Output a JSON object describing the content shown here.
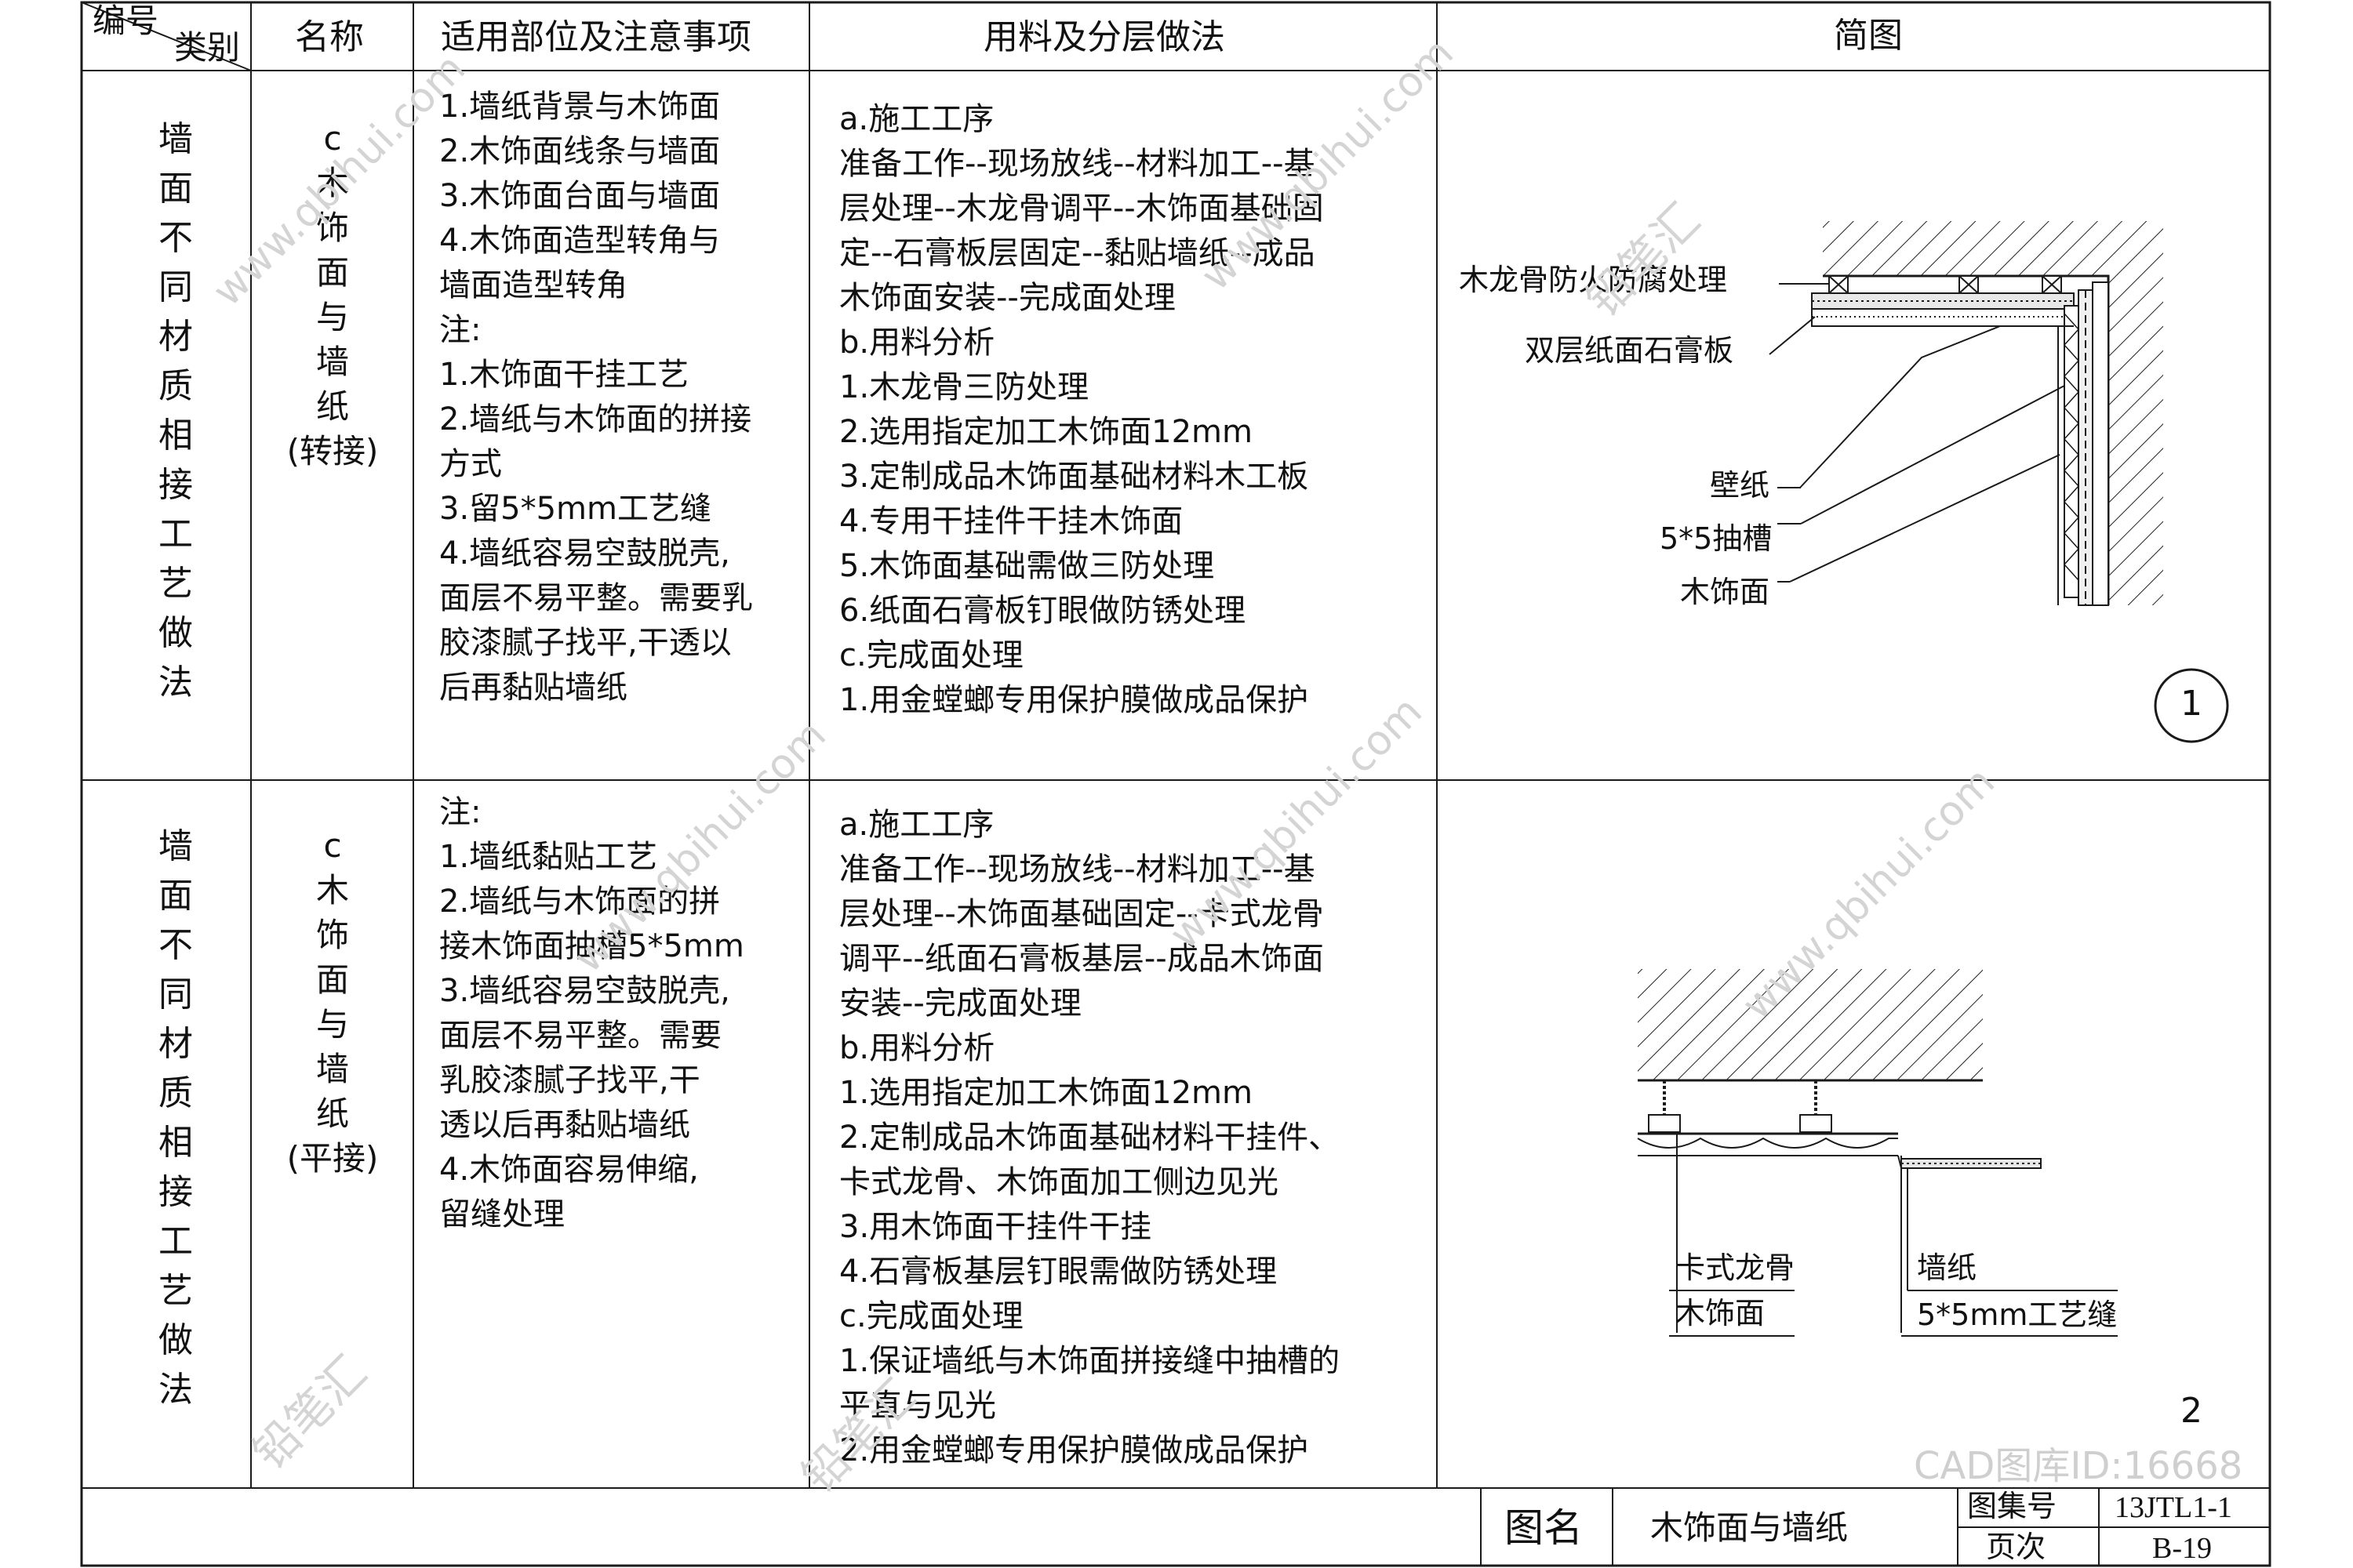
{
  "header": {
    "number_label": "编号",
    "category_label": "类别",
    "name_label": "名称",
    "scope_label": "适用部位及注意事项",
    "method_label": "用料及分层做法",
    "diagram_label": "简图"
  },
  "row1": {
    "category": "墙\n面\n不\n同\n材\n质\n相\n接\n工\n艺\n做\n法",
    "name": "c\n木\n饰\n面\n与\n墙\n纸\n(转接)",
    "scope": "1.墙纸背景与木饰面\n2.木饰面线条与墙面\n3.木饰面台面与墙面\n4.木饰面造型转角与\n墙面造型转角\n注:\n1.木饰面干挂工艺\n2.墙纸与木饰面的拼接\n方式\n3.留5*5mm工艺缝\n4.墙纸容易空鼓脱壳,\n面层不易平整。需要乳\n胶漆腻子找平,干透以\n后再黏贴墙纸",
    "method": "a.施工工序\n准备工作--现场放线--材料加工--基\n层处理--木龙骨调平--木饰面基础固\n定--石膏板层固定--黏贴墙纸--成品\n木饰面安装--完成面处理\nb.用料分析\n1.木龙骨三防处理\n2.选用指定加工木饰面12mm\n3.定制成品木饰面基础材料木工板\n4.专用干挂件干挂木饰面\n5.木饰面基础需做三防处理\n6.纸面石膏板钉眼做防锈处理\nc.完成面处理\n1.用金螳螂专用保护膜做成品保护",
    "diagram_labels": {
      "keel": "木龙骨防火防腐处理",
      "gypsum": "双层纸面石膏板",
      "wallpaper": "壁纸",
      "groove": "5*5抽槽",
      "veneer": "木饰面"
    },
    "diagram_number": "1"
  },
  "row2": {
    "category": "墙\n面\n不\n同\n材\n质\n相\n接\n工\n艺\n做\n法",
    "name": "c\n木\n饰\n面\n与\n墙\n纸\n(平接)",
    "scope": "注:\n1.墙纸黏贴工艺\n2.墙纸与木饰面的拼\n接木饰面抽槽5*5mm\n3.墙纸容易空鼓脱壳,\n面层不易平整。需要\n乳胶漆腻子找平,干\n透以后再黏贴墙纸\n4.木饰面容易伸缩,\n留缝处理",
    "method": "a.施工工序\n准备工作--现场放线--材料加工--基\n层处理--木饰面基础固定--卡式龙骨\n调平--纸面石膏板基层--成品木饰面\n安装--完成面处理\nb.用料分析\n1.选用指定加工木饰面12mm\n2.定制成品木饰面基础材料干挂件、\n卡式龙骨、木饰面加工侧边见光\n3.用木饰面干挂件干挂\n4.石膏板基层钉眼需做防锈处理\nc.完成面处理\n1.保证墙纸与木饰面拼接缝中抽槽的\n平直与见光\n2.用金螳螂专用保护膜做成品保护",
    "diagram_labels": {
      "keel": "卡式龙骨",
      "veneer": "木饰面",
      "wallpaper": "墙纸",
      "gap": "5*5mm工艺缝"
    },
    "diagram_number": "2"
  },
  "footer": {
    "drawing_name_label": "图名",
    "drawing_name": "木饰面与墙纸",
    "atlas_label": "图集号",
    "atlas_no": "13JTL1-1",
    "page_label": "页次",
    "page_no": "B-19"
  },
  "watermarks": {
    "brand": "铅笔汇",
    "site": "www.qbihui.com",
    "cad_id": "CAD图库ID:16668"
  },
  "colors": {
    "line": "#1a1a1a",
    "watermark": "#d4d4d4"
  }
}
